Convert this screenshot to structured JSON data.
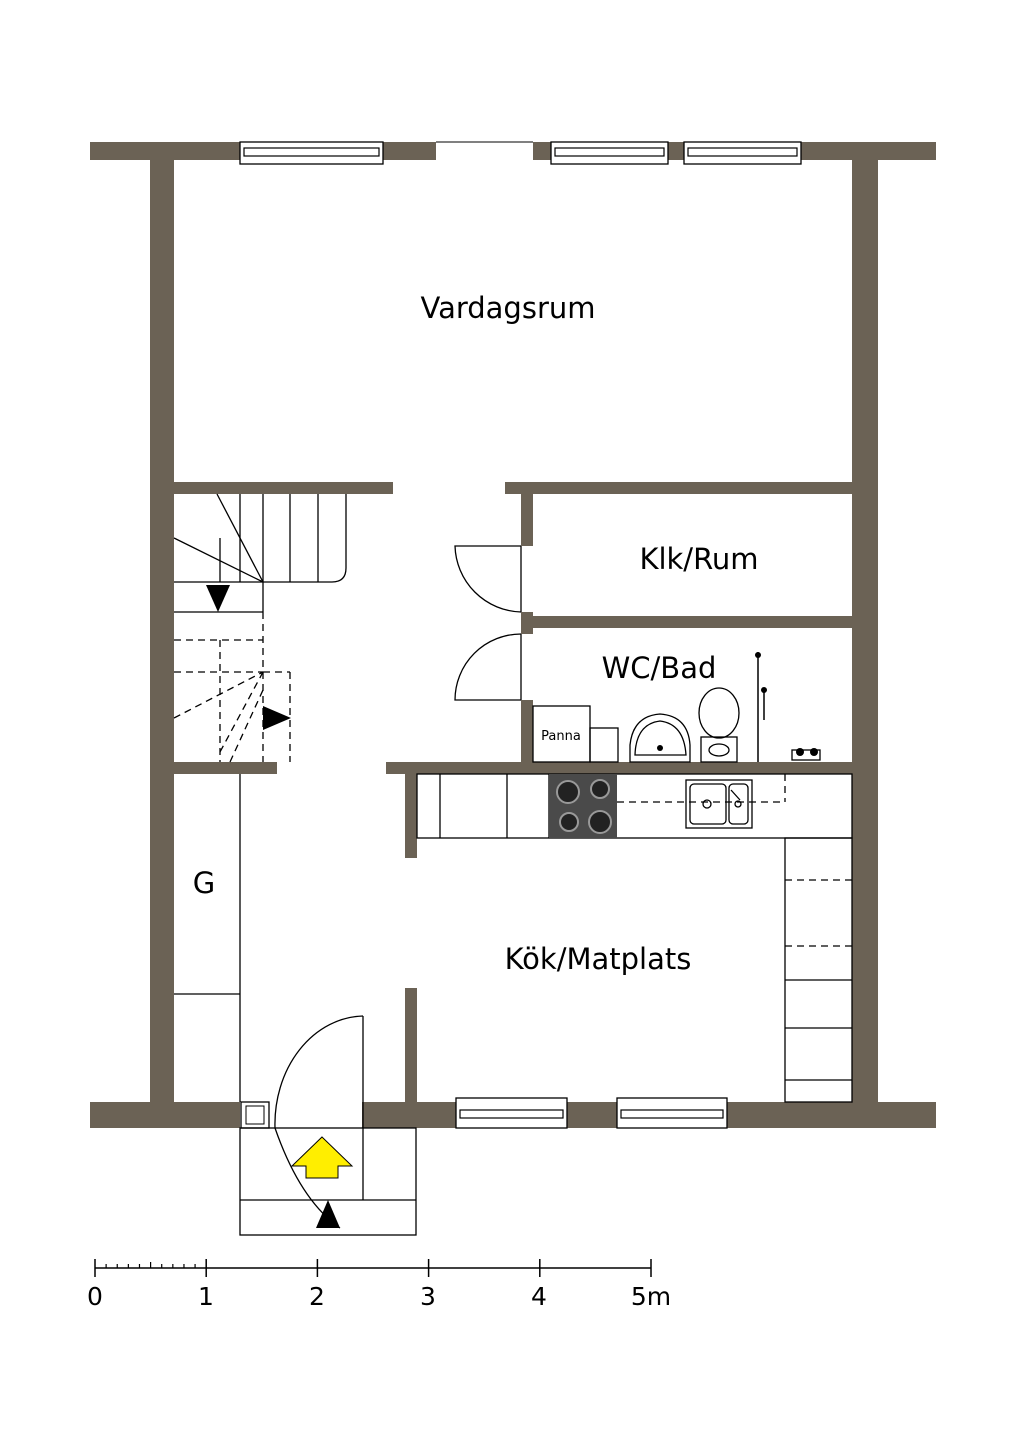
{
  "rooms": {
    "living": "Vardagsrum",
    "closet_room": "Klk/Rum",
    "bathroom": "WC/Bad",
    "boiler": "Panna",
    "storage": "G",
    "kitchen": "Kök/Matplats"
  },
  "scale": {
    "ticks": [
      "0",
      "1",
      "2",
      "3",
      "4",
      "5m"
    ]
  },
  "colors": {
    "wall": "#6b6255",
    "entry_arrow": "#ffee00",
    "stove": "#4a4a4a"
  },
  "icons": {
    "entry": "yellow-up-arrow-icon",
    "stair_direction": "black-triangle-arrow-icon",
    "door_direction": "black-triangle-arrow-icon"
  }
}
